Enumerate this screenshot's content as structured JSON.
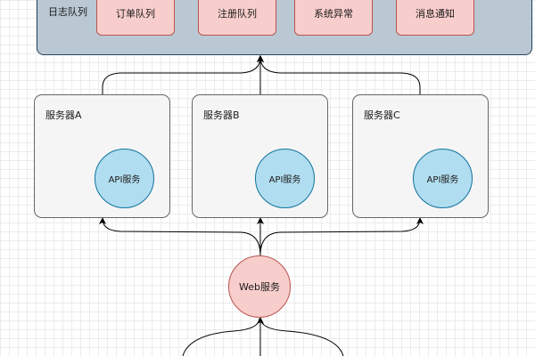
{
  "log_group": {
    "label": "日志队列",
    "queues": [
      {
        "label": "订单队列"
      },
      {
        "label": "注册队列"
      },
      {
        "label": "系统异常"
      },
      {
        "label": "消息通知"
      }
    ]
  },
  "servers": [
    {
      "label": "服务器A",
      "service": "API服务"
    },
    {
      "label": "服务器B",
      "service": "API服务"
    },
    {
      "label": "服务器C",
      "service": "API服务"
    }
  ],
  "web_service": {
    "label": "Web服务"
  },
  "colors": {
    "group_fill": "#bac8d3",
    "group_stroke": "#23445d",
    "queue_fill": "#f8cecc",
    "queue_stroke": "#b85450",
    "server_fill": "#f5f5f5",
    "server_stroke": "#666666",
    "api_fill": "#b1ddf0",
    "api_stroke": "#10739e",
    "edge": "#000000"
  }
}
